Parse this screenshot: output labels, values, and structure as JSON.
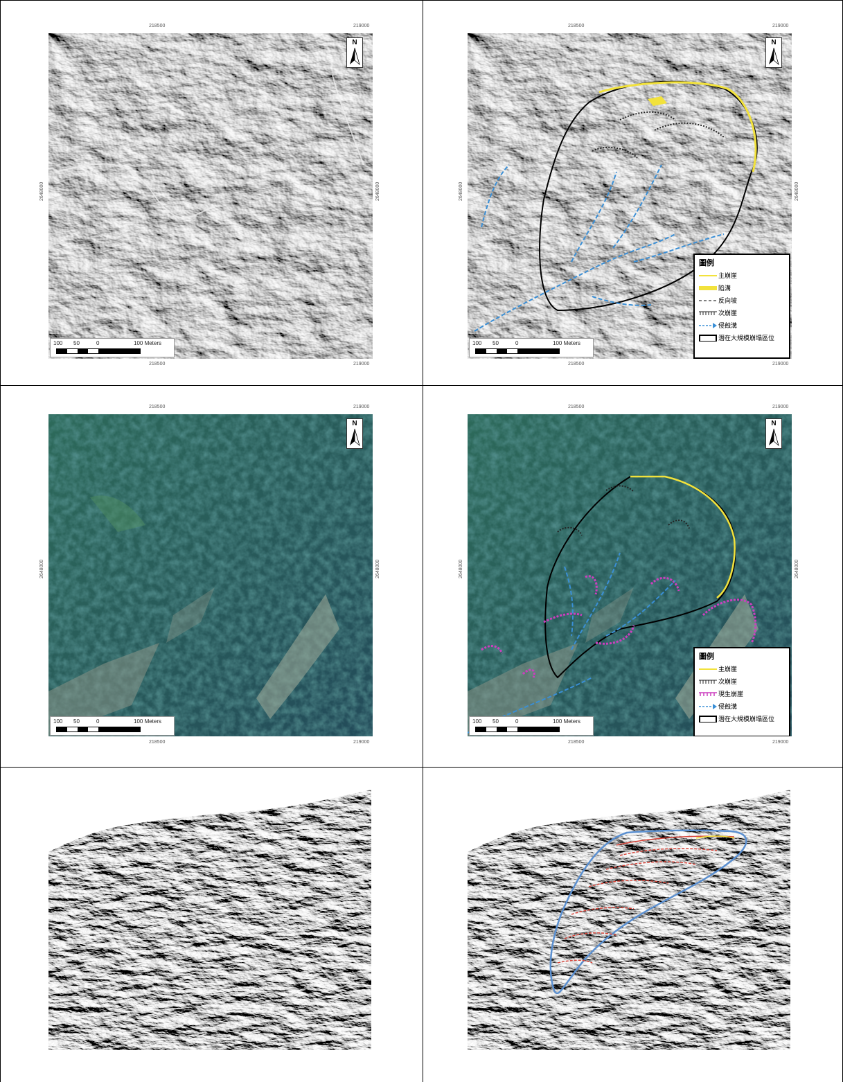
{
  "panels": {
    "top_left": {
      "ticks": {
        "top_a": "218500",
        "top_b": "219000",
        "bottom_a": "218500",
        "bottom_b": "219000",
        "left": "2648000",
        "right": "2648000"
      },
      "north": "N",
      "scale": {
        "l0": "100",
        "l1": "50",
        "l2": "0",
        "l3": "100 Meters"
      }
    },
    "top_right": {
      "ticks": {
        "top_a": "218500",
        "top_b": "219000",
        "bottom_a": "218500",
        "bottom_b": "219000",
        "left": "2648000",
        "right": "2648000"
      },
      "north": "N",
      "scale": {
        "l0": "100",
        "l1": "50",
        "l2": "0",
        "l3": "100 Meters"
      },
      "legend": {
        "title": "圖例",
        "items": [
          {
            "label": "主崩崖",
            "symbol": "yellow-line"
          },
          {
            "label": "陷溝",
            "symbol": "yellow-thick"
          },
          {
            "label": "反向坡",
            "symbol": "dash-line"
          },
          {
            "label": "次崩崖",
            "symbol": "hatch-line"
          },
          {
            "label": "侵蝕溝",
            "symbol": "blue-arrow"
          },
          {
            "label": "潛在大規模崩塌區位",
            "symbol": "black-box"
          }
        ]
      }
    },
    "mid_left": {
      "ticks": {
        "top_a": "218500",
        "top_b": "219000",
        "bottom_a": "218500",
        "bottom_b": "219000",
        "left": "2648000",
        "right": "2648000"
      },
      "north": "N",
      "scale": {
        "l0": "100",
        "l1": "50",
        "l2": "0",
        "l3": "100 Meters"
      }
    },
    "mid_right": {
      "ticks": {
        "top_a": "218500",
        "top_b": "219000",
        "bottom_a": "218500",
        "bottom_b": "219000",
        "left": "2648000",
        "right": "2648000"
      },
      "north": "N",
      "scale": {
        "l0": "100",
        "l1": "50",
        "l2": "0",
        "l3": "100 Meters"
      },
      "legend": {
        "title": "圖例",
        "items": [
          {
            "label": "主崩崖",
            "symbol": "yellow-line"
          },
          {
            "label": "次崩崖",
            "symbol": "hatch-line"
          },
          {
            "label": "現生崩崖",
            "symbol": "magenta-hatch"
          },
          {
            "label": "侵蝕溝",
            "symbol": "blue-arrow"
          },
          {
            "label": "潛在大規模崩塌區位",
            "symbol": "black-box"
          }
        ]
      }
    }
  },
  "colors": {
    "main_scarp": "#f2e23c",
    "erosion_gully": "#3a8fd6",
    "current_scarp": "#cc3fbf",
    "boundary": "#000000",
    "secondary_scarp": "#222222",
    "perspective_red": "#d8453a",
    "perspective_blue": "#5a8fd0"
  }
}
